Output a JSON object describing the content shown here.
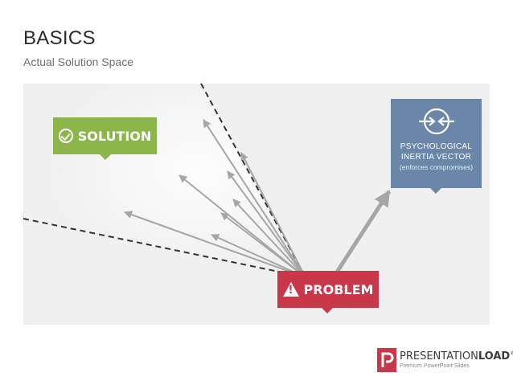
{
  "header": {
    "title": "BASICS",
    "subtitle": "Actual Solution Space"
  },
  "diagram": {
    "solution_label": "SOLUTION",
    "problem_label": "PROBLEM",
    "psychological": {
      "line1": "PSYCHOLOGICAL",
      "line2": "INERTIA VECTOR",
      "note": "(enforces compromises)"
    },
    "colors": {
      "solution": "#8cb64a",
      "problem": "#c8384a",
      "psychological": "#6a87aa",
      "arrows": "#a6a6a6",
      "boundary": "#333333"
    },
    "icons": [
      "check-circle-icon",
      "warning-icon",
      "inertia-icon"
    ]
  },
  "brand": {
    "name_light": "PRESENTATION",
    "name_bold": "LOAD",
    "trademark": "®",
    "tagline": "Premium PowerPoint Slides"
  }
}
